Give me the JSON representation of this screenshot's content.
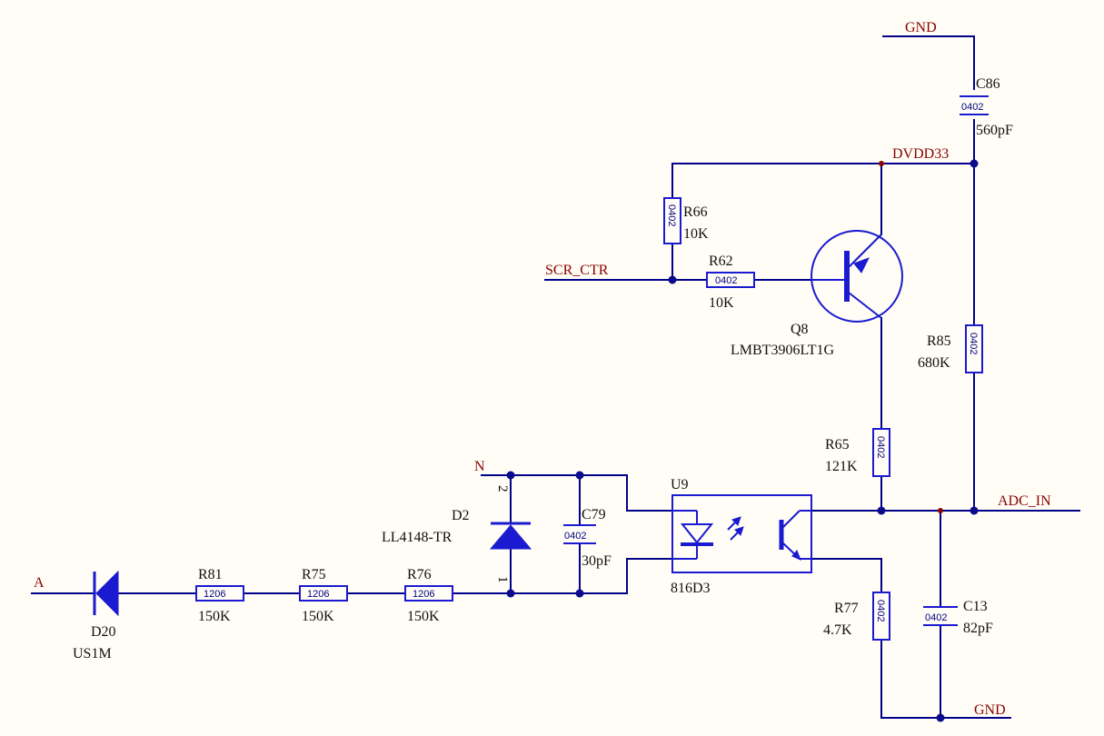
{
  "nets": {
    "gnd_top": "GND",
    "gnd_bottom": "GND",
    "dvdd33": "DVDD33",
    "scr_ctr": "SCR_CTR",
    "adc_in": "ADC_IN",
    "n": "N",
    "a": "A"
  },
  "components": {
    "C86": {
      "designator": "C86",
      "value": "560pF",
      "package": "0402"
    },
    "R66": {
      "designator": "R66",
      "value": "10K",
      "package": "0402"
    },
    "R62": {
      "designator": "R62",
      "value": "10K",
      "package": "0402"
    },
    "Q8": {
      "designator": "Q8",
      "value": "LMBT3906LT1G"
    },
    "R85": {
      "designator": "R85",
      "value": "680K",
      "package": "0402"
    },
    "R65": {
      "designator": "R65",
      "value": "121K",
      "package": "0402"
    },
    "U9": {
      "designator": "U9",
      "value": "816D3"
    },
    "D2": {
      "designator": "D2",
      "value": "LL4148-TR",
      "pin_top": "2",
      "pin_bottom": "1"
    },
    "C79": {
      "designator": "C79",
      "value": "30pF",
      "package": "0402"
    },
    "R81": {
      "designator": "R81",
      "value": "150K",
      "package": "1206"
    },
    "R75": {
      "designator": "R75",
      "value": "150K",
      "package": "1206"
    },
    "R76": {
      "designator": "R76",
      "value": "150K",
      "package": "1206"
    },
    "D20": {
      "designator": "D20",
      "value": "US1M"
    },
    "R77": {
      "designator": "R77",
      "value": "4.7K",
      "package": "0402"
    },
    "C13": {
      "designator": "C13",
      "value": "82pF",
      "package": "0402"
    }
  }
}
